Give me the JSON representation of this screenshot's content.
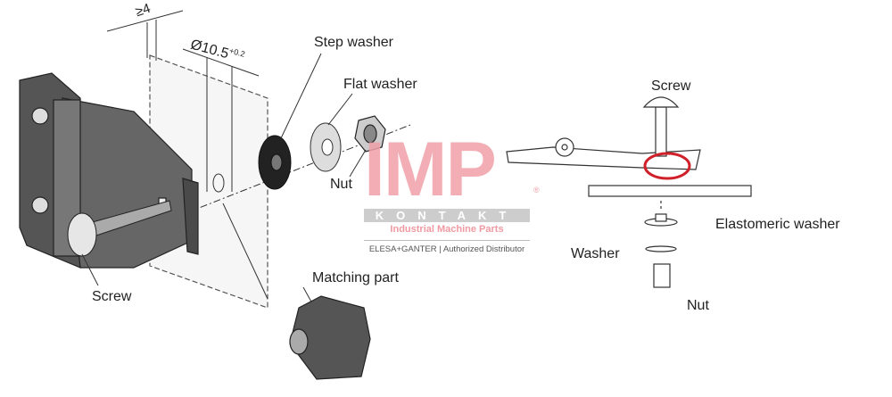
{
  "left_diagram": {
    "labels": {
      "step_washer": "Step washer",
      "flat_washer": "Flat washer",
      "nut": "Nut",
      "screw": "Screw",
      "matching_part": "Matching part"
    },
    "dimensions": {
      "thickness": "≥4",
      "hole_diameter": "Ø10.5",
      "hole_tolerance": "+0.2"
    }
  },
  "right_diagram": {
    "labels": {
      "screw": "Screw",
      "elastomeric_washer": "Elastomeric washer",
      "washer": "Washer",
      "nut": "Nut"
    },
    "highlight_color": "#d0202a"
  },
  "watermark": {
    "brand": "IMP",
    "kontakt": "KONTAKT",
    "tagline": "Industrial Machine Parts",
    "distributor": "ELESA+GANTER | Authorized Distributor",
    "registered": "®"
  }
}
